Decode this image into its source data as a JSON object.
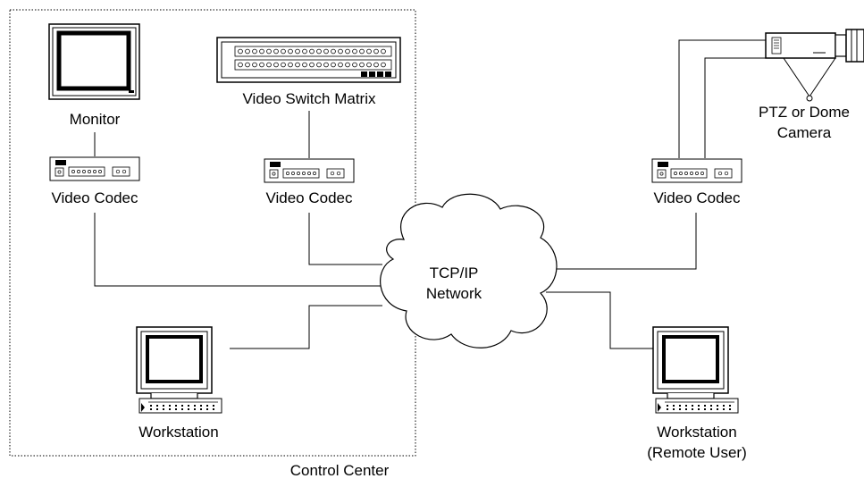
{
  "diagram": {
    "control_center_label": "Control Center",
    "network": {
      "line1": "TCP/IP",
      "line2": "Network"
    },
    "monitor_label": "Monitor",
    "switch_matrix_label": "Video Switch Matrix",
    "codec_label": "Video Codec",
    "camera_label": {
      "line1": "PTZ or Dome",
      "line2": "Camera"
    },
    "workstation_label": "Workstation",
    "remote_workstation_label": {
      "line1": "Workstation",
      "line2": "(Remote User)"
    }
  }
}
